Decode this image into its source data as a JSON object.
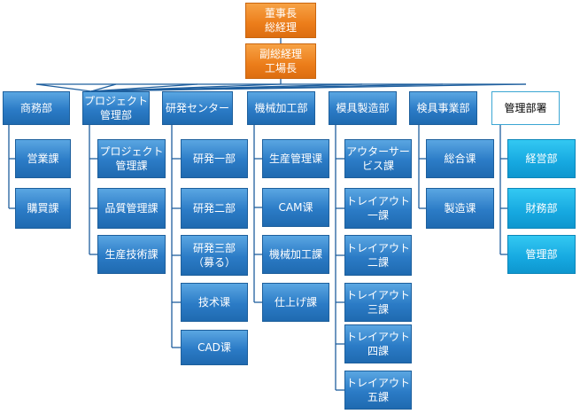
{
  "colors": {
    "line": "#1f5f9e",
    "executive_fill": "#ec7d1a",
    "department_fill": "#2b7bc6",
    "management_dept_border": "#3ba6d3",
    "management_section_fill": "#16a8e0"
  },
  "executives": [
    "董事長\n総経理",
    "副総経理\n工場長"
  ],
  "departments": [
    {
      "name": "商務部",
      "sections": [
        "営業課",
        "購買課"
      ]
    },
    {
      "name": "プロジェクト\n管理部",
      "sections": [
        "プロジェクト\n管理課",
        "品質管理課",
        "生産技術課"
      ]
    },
    {
      "name": "研発センター",
      "sections": [
        "研発一部",
        "研発二部",
        "研発三部\n（募る）",
        "技术课",
        "CAD课"
      ]
    },
    {
      "name": "機械加工部",
      "sections": [
        "生産管理课",
        "CAM课",
        "機械加工課",
        "仕上げ課"
      ]
    },
    {
      "name": "模具製造部",
      "sections": [
        "アウターサー\nビス課",
        "トレイアウト\n一課",
        "トレイアウト\n二課",
        "トレイアウト\n三課",
        "トレイアウト\n四課",
        "トレイアウト\n五課"
      ]
    },
    {
      "name": "検具事業部",
      "sections": [
        "総合课",
        "製造课"
      ]
    },
    {
      "name": "管理部署",
      "sections": [
        "経営部",
        "財務部",
        "管理部"
      ]
    }
  ]
}
